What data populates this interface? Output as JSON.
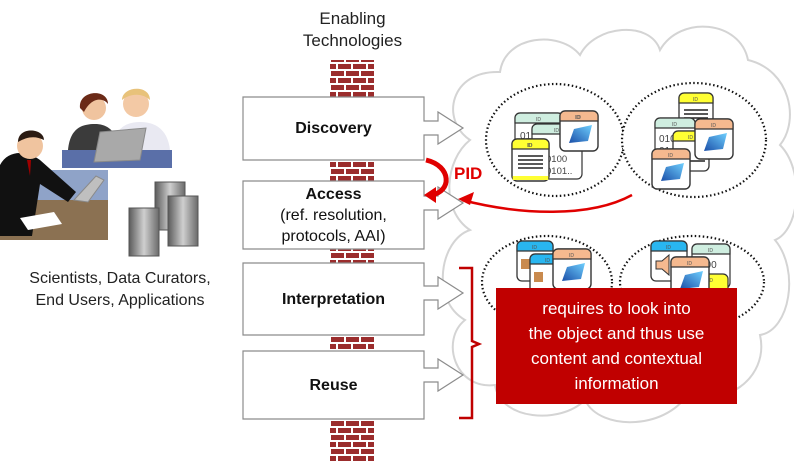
{
  "header": {
    "enabling_technologies_line1": "Enabling",
    "enabling_technologies_line2": "Technologies"
  },
  "users": {
    "caption_line1": "Scientists,  Data Curators,",
    "caption_line2": "End Users, Applications",
    "icons": [
      "people-at-laptop-icon",
      "businessman-at-laptop-icon",
      "server-cluster-icon"
    ]
  },
  "steps": [
    {
      "id": "discovery",
      "label": "Discovery",
      "detail": []
    },
    {
      "id": "access",
      "label": "Access",
      "detail": [
        "(ref. resolution,",
        "protocols, AAI)"
      ]
    },
    {
      "id": "interpretation",
      "label": "Interpretation",
      "detail": []
    },
    {
      "id": "reuse",
      "label": "Reuse",
      "detail": []
    }
  ],
  "pid": {
    "label": "PID"
  },
  "callout": {
    "line1": "requires to look into",
    "line2": "the object and thus use",
    "line3": "content and contextual",
    "line4": "information"
  },
  "object_clusters": [
    {
      "name": "cluster-top-left",
      "objects": [
        "data-0101",
        "data-0100",
        "image-object",
        "text-document"
      ]
    },
    {
      "name": "cluster-top-right",
      "objects": [
        "text-document",
        "data-010",
        "image-object",
        "text-document",
        "image-object"
      ]
    },
    {
      "name": "cluster-bottom-left",
      "objects": [
        "puzzle-object",
        "puzzle-object",
        "image-object"
      ]
    },
    {
      "name": "cluster-bottom-right",
      "objects": [
        "audio-object",
        "data-100",
        "image-object",
        "text-document"
      ]
    }
  ],
  "object_tab_label": "ID",
  "colors": {
    "brick": "#9b2d2d",
    "callout": "#c00000",
    "pid_arrow": "#e00000",
    "bracket": "#c00000",
    "cloud_outline": "#d4d4d4",
    "box_border": "#7f7f7f",
    "tab_yellow": "#ffff33",
    "tab_mint": "#cfeee0",
    "tab_peach": "#f5b98f",
    "tab_blue": "#29b6f0"
  }
}
